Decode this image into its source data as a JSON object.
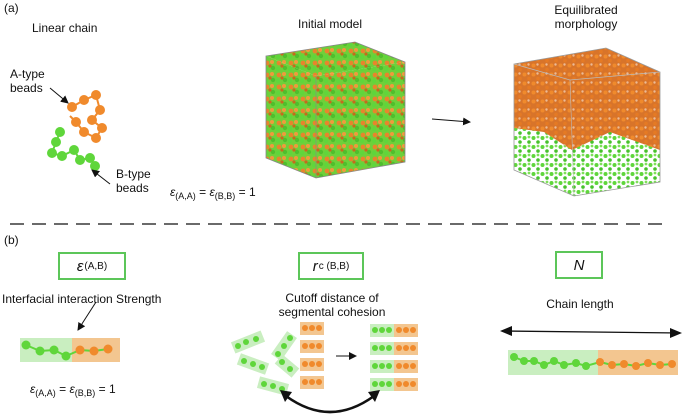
{
  "panel_a": {
    "label": "(a)",
    "linear_chain_title": "Linear chain",
    "a_type_label": [
      "A-type",
      "beads"
    ],
    "b_type_label": [
      "B-type",
      "beads"
    ],
    "initial_model_title": "Initial model",
    "equilibrated_title": [
      "Equilibrated",
      "morphology"
    ],
    "epsilon_eq": {
      "sym": "ε",
      "sub1": "(A,A)",
      "mid": " = ",
      "sub2": "(B,B)",
      "tail": " = 1"
    }
  },
  "panel_b": {
    "label": "(b)",
    "box1": {
      "sym": "ε",
      "sub": "(A,B)"
    },
    "box2": {
      "sym": "r",
      "sub": "c (B,B)"
    },
    "box3": {
      "sym": "N"
    },
    "interaction_label": "Interfacial interaction Strength",
    "cutoff_label": [
      "Cutoff distance of",
      "segmental cohesion"
    ],
    "chain_length_label": "Chain length",
    "epsilon_eq": {
      "sym": "ε",
      "sub1": "(A,A)",
      "mid": " = ",
      "sub2": "(B,B)",
      "tail": " = 1"
    }
  },
  "colors": {
    "a_bead": "#f08a2c",
    "b_bead": "#5fd63b",
    "box_border": "#5cc659",
    "a_bg": "#f3c690",
    "b_bg": "#c9eec0"
  }
}
